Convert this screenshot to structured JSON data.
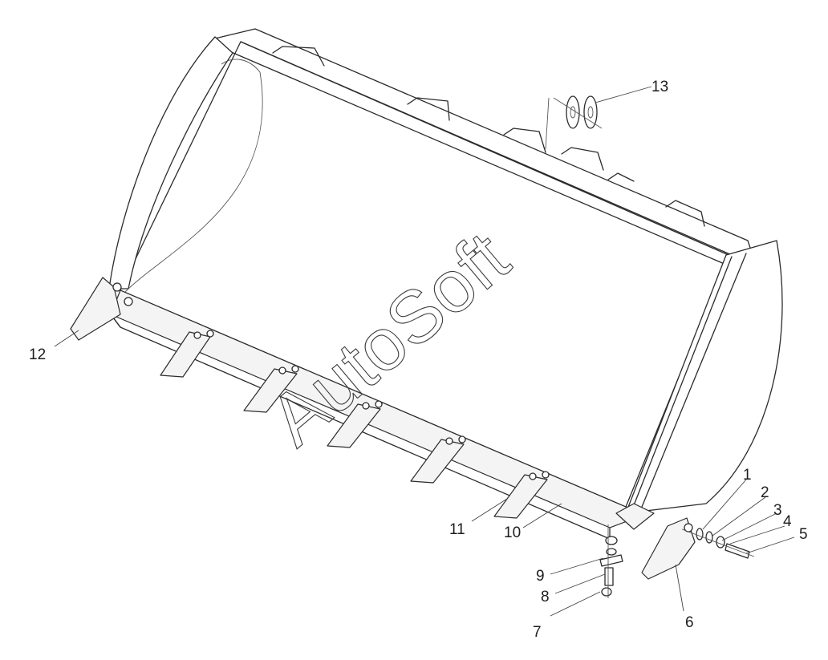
{
  "watermark": {
    "text": "AutoSoft"
  },
  "callouts": {
    "1": "1",
    "2": "2",
    "3": "3",
    "4": "4",
    "5": "5",
    "6": "6",
    "7": "7",
    "8": "8",
    "9": "9",
    "10": "10",
    "11": "11",
    "12": "12",
    "13": "13"
  },
  "colors": {
    "line": "#2b2b2b",
    "background": "#ffffff"
  }
}
